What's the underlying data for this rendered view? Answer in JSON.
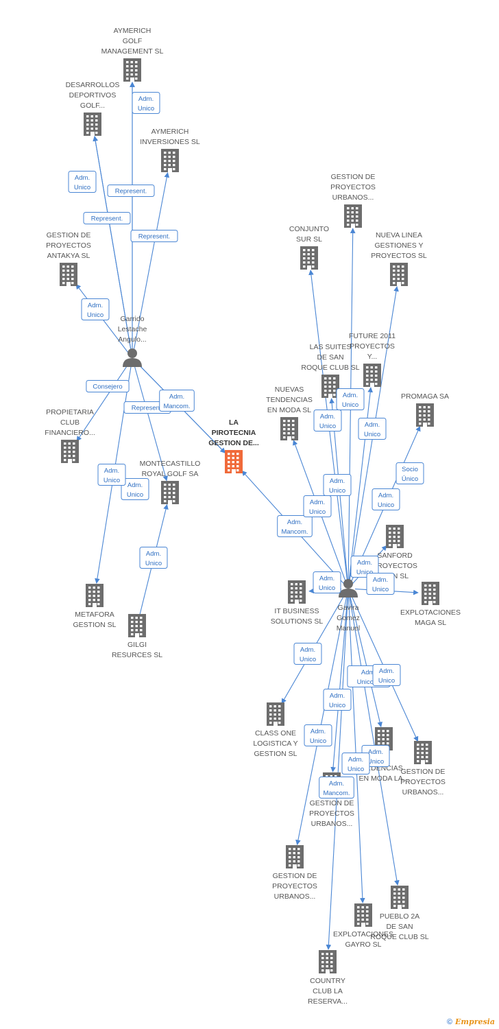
{
  "colors": {
    "edge": "#4a86d4",
    "company": "#6d6d6d",
    "focus": "#f06a3a",
    "person": "#6d6d6d"
  },
  "nodes": [
    {
      "id": "aymerich_golf",
      "kind": "company",
      "icon": "building-icon",
      "label": [
        "AYMERICH",
        "GOLF",
        "MANAGEMENT SL"
      ]
    },
    {
      "id": "desarrollos",
      "kind": "company",
      "icon": "building-icon",
      "label": [
        "DESARROLLOS",
        "DEPORTIVOS",
        "GOLF..."
      ]
    },
    {
      "id": "aymerich_inv",
      "kind": "company",
      "icon": "building-icon",
      "label": [
        "AYMERICH",
        "INVERSIONES SL"
      ]
    },
    {
      "id": "antakya",
      "kind": "company",
      "icon": "building-icon",
      "label": [
        "GESTION DE",
        "PROYECTOS",
        "ANTAKYA SL"
      ]
    },
    {
      "id": "garrido",
      "kind": "person",
      "icon": "person-icon",
      "label": [
        "Garrido",
        "Lestache",
        "Angulo..."
      ]
    },
    {
      "id": "propietaria",
      "kind": "company",
      "icon": "building-icon",
      "label": [
        "PROPIETARIA",
        "CLUB",
        "FINANCIERO..."
      ]
    },
    {
      "id": "pirotecnia",
      "kind": "focus",
      "icon": "building-icon",
      "label": [
        "LA",
        "PIROTECNIA",
        "GESTION DE..."
      ]
    },
    {
      "id": "montecastillo",
      "kind": "company",
      "icon": "building-icon",
      "label": [
        "MONTECASTILLO",
        "ROYAL GOLF SA"
      ]
    },
    {
      "id": "metafora",
      "kind": "company",
      "icon": "building-icon",
      "label": [
        "METAFORA",
        "GESTION SL"
      ]
    },
    {
      "id": "gilgi",
      "kind": "company",
      "icon": "building-icon",
      "label": [
        "GILGI",
        "RESURCES SL"
      ]
    },
    {
      "id": "gpu_top",
      "kind": "company",
      "icon": "building-icon",
      "label": [
        "GESTION DE",
        "PROYECTOS",
        "URBANOS..."
      ]
    },
    {
      "id": "conjunto",
      "kind": "company",
      "icon": "building-icon",
      "label": [
        "CONJUNTO",
        "SUR SL"
      ]
    },
    {
      "id": "nueva_linea",
      "kind": "company",
      "icon": "building-icon",
      "label": [
        "NUEVA LINEA",
        "GESTIONES Y",
        "PROYECTOS SL"
      ]
    },
    {
      "id": "future",
      "kind": "company",
      "icon": "building-icon",
      "label": [
        "FUTURE 2011",
        "PROYECTOS",
        "Y..."
      ]
    },
    {
      "id": "suites",
      "kind": "company",
      "icon": "building-icon",
      "label": [
        "LAS SUITES",
        "DE SAN",
        "ROQUE CLUB SL"
      ]
    },
    {
      "id": "nuevas_tend",
      "kind": "company",
      "icon": "building-icon",
      "label": [
        "NUEVAS",
        "TENDENCIAS",
        "EN MODA SL"
      ]
    },
    {
      "id": "promaga",
      "kind": "company",
      "icon": "building-icon",
      "label": [
        "PROMAGA SA"
      ]
    },
    {
      "id": "sanford",
      "kind": "company",
      "icon": "building-icon",
      "label": [
        "SANFORD",
        "PROYECTOS",
        "...ON SL"
      ]
    },
    {
      "id": "it_business",
      "kind": "company",
      "icon": "building-icon",
      "label": [
        "IT BUSINESS",
        "SOLUTIONS SL"
      ]
    },
    {
      "id": "gavira",
      "kind": "person",
      "icon": "person-icon",
      "label": [
        "Gavira",
        "Gomez",
        "Manuel"
      ]
    },
    {
      "id": "expl_maga",
      "kind": "company",
      "icon": "building-icon",
      "label": [
        "EXPLOTACIONES",
        "MAGA SL"
      ]
    },
    {
      "id": "class_one",
      "kind": "company",
      "icon": "building-icon",
      "label": [
        "CLASS ONE",
        "LOGISTICA Y",
        "GESTION SL"
      ]
    },
    {
      "id": "nt_moda_la",
      "kind": "company",
      "icon": "building-icon",
      "label": [
        "...S",
        "...DENCIAS",
        "EN MODA LA..."
      ]
    },
    {
      "id": "gpu_mid",
      "kind": "company",
      "icon": "building-icon",
      "label": [
        "GESTION DE",
        "PROYECTOS",
        "URBANOS..."
      ]
    },
    {
      "id": "gpu_right",
      "kind": "company",
      "icon": "building-icon",
      "label": [
        "GESTION DE",
        "PROYECTOS",
        "URBANOS..."
      ]
    },
    {
      "id": "gpu_low",
      "kind": "company",
      "icon": "building-icon",
      "label": [
        "GESTION DE",
        "PROYECTOS",
        "URBANOS..."
      ]
    },
    {
      "id": "pueblo",
      "kind": "company",
      "icon": "building-icon",
      "label": [
        "PUEBLO 2A",
        "DE SAN",
        "ROQUE CLUB SL"
      ]
    },
    {
      "id": "expl_gayro",
      "kind": "company",
      "icon": "building-icon",
      "label": [
        "EXPLOTACIONES",
        "GAYRO SL"
      ]
    },
    {
      "id": "country",
      "kind": "company",
      "icon": "building-icon",
      "label": [
        "COUNTRY",
        "CLUB LA",
        "RESERVA..."
      ]
    }
  ],
  "edges": [
    {
      "from": "garrido",
      "to": "aymerich_golf",
      "role": [
        "Adm.",
        "Unico"
      ]
    },
    {
      "from": "garrido",
      "to": "desarrollos",
      "role": [
        "Adm.",
        "Unico"
      ]
    },
    {
      "from": "garrido",
      "to": "aymerich_golf",
      "role": [
        "Represent."
      ]
    },
    {
      "from": "garrido",
      "to": "desarrollos",
      "role": [
        "Represent."
      ]
    },
    {
      "from": "garrido",
      "to": "aymerich_inv",
      "role": [
        "Represent."
      ]
    },
    {
      "from": "garrido",
      "to": "antakya",
      "role": [
        "Adm.",
        "Unico"
      ]
    },
    {
      "from": "garrido",
      "to": "propietaria",
      "role": [
        "Consejero"
      ]
    },
    {
      "from": "garrido",
      "to": "pirotecnia",
      "role": [
        "Represent."
      ]
    },
    {
      "from": "garrido",
      "to": "pirotecnia",
      "role": [
        "Adm.",
        "Mancom."
      ]
    },
    {
      "from": "garrido",
      "to": "montecastillo",
      "role": [
        "Adm.",
        "Unico"
      ]
    },
    {
      "from": "garrido",
      "to": "metafora",
      "role": [
        "Adm.",
        "Unico"
      ]
    },
    {
      "from": "gilgi",
      "to": "montecastillo",
      "role": [
        "Adm.",
        "Unico"
      ]
    },
    {
      "from": "gavira",
      "to": "pirotecnia",
      "role": [
        "Adm.",
        "Mancom."
      ]
    },
    {
      "from": "gavira",
      "to": "conjunto",
      "role": [
        "Adm.",
        "Unico"
      ]
    },
    {
      "from": "gavira",
      "to": "gpu_top",
      "role": [
        "Adm.",
        "Unico"
      ]
    },
    {
      "from": "gavira",
      "to": "nueva_linea",
      "role": [
        "Adm.",
        "Unico"
      ]
    },
    {
      "from": "gavira",
      "to": "future",
      "role": [
        "Adm.",
        "Unico"
      ]
    },
    {
      "from": "gavira",
      "to": "suites",
      "role": [
        "Adm.",
        "Unico"
      ]
    },
    {
      "from": "gavira",
      "to": "nuevas_tend",
      "role": [
        "Adm.",
        "Unico"
      ]
    },
    {
      "from": "gavira",
      "to": "promaga",
      "role": [
        "Socio",
        "Único"
      ]
    },
    {
      "from": "gavira",
      "to": "sanford",
      "role": [
        "Adm.",
        "Unico"
      ]
    },
    {
      "from": "gavira",
      "to": "it_business",
      "role": [
        "Adm.",
        "Unico"
      ]
    },
    {
      "from": "gavira",
      "to": "expl_maga",
      "role": [
        "Adm.",
        "Unico"
      ]
    },
    {
      "from": "gavira",
      "to": "class_one",
      "role": [
        "Adm.",
        "Unico"
      ]
    },
    {
      "from": "gavira",
      "to": "gpu_right",
      "role": [
        "Adm.",
        "Unico,..."
      ]
    },
    {
      "from": "gavira",
      "to": "nt_moda_la",
      "role": [
        "Adm.",
        "Unico"
      ]
    },
    {
      "from": "gavira",
      "to": "gpu_mid",
      "role": [
        "Adm.",
        "Unico"
      ]
    },
    {
      "from": "gavira",
      "to": "gpu_low",
      "role": [
        "Adm.",
        "Unico"
      ]
    },
    {
      "from": "gavira",
      "to": "expl_gayro",
      "role": [
        "Adm.",
        "Unico"
      ]
    },
    {
      "from": "gavira",
      "to": "pueblo",
      "role": [
        "Adm.",
        "Unico"
      ]
    },
    {
      "from": "gavira",
      "to": "country",
      "role": [
        "Adm.",
        "Mancom."
      ]
    }
  ],
  "footer": {
    "copyright_symbol": "©",
    "brand": "Empresia"
  }
}
